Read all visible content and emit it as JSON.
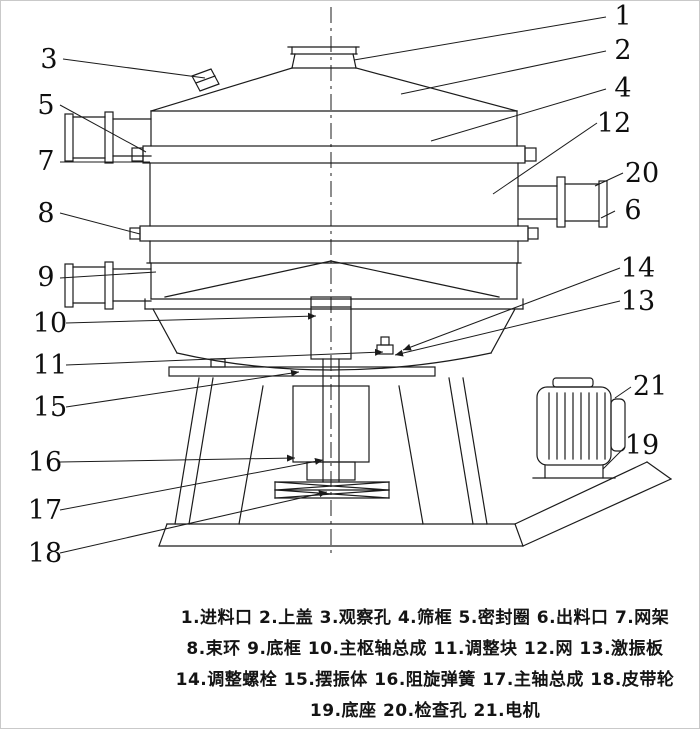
{
  "figure": {
    "callouts": {
      "c1": "1",
      "c2": "2",
      "c3": "3",
      "c4": "4",
      "c5": "5",
      "c6": "6",
      "c7": "7",
      "c8": "8",
      "c9": "9",
      "c10": "10",
      "c11": "11",
      "c12": "12",
      "c13": "13",
      "c14": "14",
      "c15": "15",
      "c16": "16",
      "c17": "17",
      "c18": "18",
      "c19": "19",
      "c20": "20",
      "c21": "21"
    },
    "parts": [
      {
        "num": "1",
        "name": "进料口"
      },
      {
        "num": "2",
        "name": "上盖"
      },
      {
        "num": "3",
        "name": "观察孔"
      },
      {
        "num": "4",
        "name": "筛框"
      },
      {
        "num": "5",
        "name": "密封圈"
      },
      {
        "num": "6",
        "name": "出料口"
      },
      {
        "num": "7",
        "name": "网架"
      },
      {
        "num": "8",
        "name": "束环"
      },
      {
        "num": "9",
        "name": "底框"
      },
      {
        "num": "10",
        "name": "主枢轴总成"
      },
      {
        "num": "11",
        "name": "调整块"
      },
      {
        "num": "12",
        "name": "网"
      },
      {
        "num": "13",
        "name": "激振板"
      },
      {
        "num": "14",
        "name": "调整螺栓"
      },
      {
        "num": "15",
        "name": "摆振体"
      },
      {
        "num": "16",
        "name": "阻旋弹簧"
      },
      {
        "num": "17",
        "name": "主轴总成"
      },
      {
        "num": "18",
        "name": "皮带轮"
      },
      {
        "num": "19",
        "name": "底座"
      },
      {
        "num": "20",
        "name": "检查孔"
      },
      {
        "num": "21",
        "name": "电机"
      }
    ]
  },
  "legend": {
    "line1": "1.进料口 2.上盖 3.观察孔 4.筛框 5.密封圈 6.出料口 7.网架",
    "line2": "8.束环 9.底框 10.主枢轴总成 11.调整块 12.网 13.激振板",
    "line3": "14.调整螺栓 15.摆振体 16.阻旋弹簧 17.主轴总成 18.皮带轮",
    "line4": "19.底座 20.检查孔 21.电机"
  }
}
